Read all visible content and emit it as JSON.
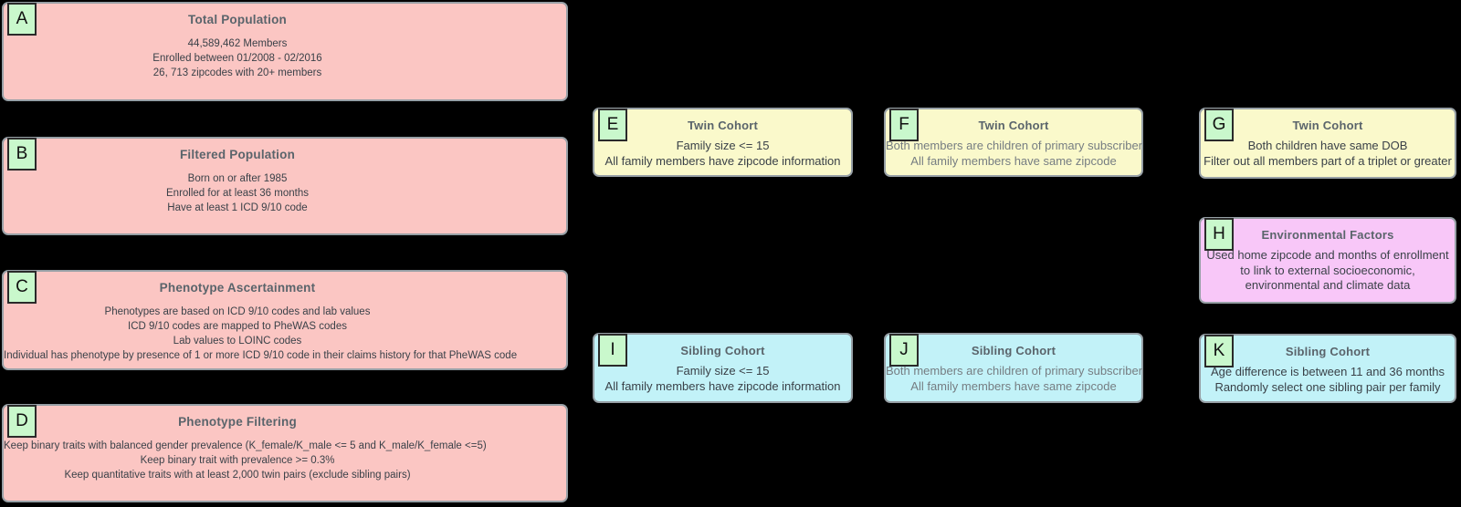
{
  "diagram_title": "Cohort construction flowchart",
  "palette": {
    "background": "#000000",
    "pink_box": "#fbc6c3",
    "yellow_box": "#faf9cb",
    "cyan_box": "#c2f2f8",
    "magenta_box": "#f8c7f8",
    "label_badge_green": "#c9f8cc",
    "box_border": "#97a0a6",
    "title_text": "#5a646b",
    "body_text": "#3a4148",
    "muted_body_text": "#767d82"
  },
  "boxes": [
    {
      "label": "A",
      "title": "Total Population",
      "lines": [
        "44,589,462 Members",
        "Enrolled between 01/2008 - 02/2016",
        "26, 713 zipcodes with 20+ members"
      ]
    },
    {
      "label": "B",
      "title": "Filtered Population",
      "lines": [
        "Born on or after 1985",
        "Enrolled for at least 36 months",
        "Have at least 1 ICD 9/10 code"
      ]
    },
    {
      "label": "C",
      "title": "Phenotype Ascertainment",
      "lines": [
        "Phenotypes are based on ICD 9/10 codes and lab values",
        "ICD 9/10 codes are mapped to PheWAS codes",
        "Lab values to LOINC codes",
        "Individual has phenotype by presence of 1 or more ICD 9/10 code in their claims history for that PheWAS code"
      ]
    },
    {
      "label": "D",
      "title": "Phenotype Filtering",
      "lines": [
        "Keep binary traits with balanced gender prevalence (K_female/K_male <= 5 and K_male/K_female <=5)",
        "Keep binary trait with prevalence >= 0.3%",
        "Keep quantitative traits with at least 2,000 twin pairs (exclude sibling pairs)"
      ]
    },
    {
      "label": "E",
      "title": "Twin Cohort",
      "lines": [
        "Family size <= 15",
        "All family members have zipcode information"
      ]
    },
    {
      "label": "F",
      "title": "Twin Cohort",
      "lines": [
        "Both members are children of primary subscriber",
        "All family members have same zipcode"
      ]
    },
    {
      "label": "G",
      "title": "Twin Cohort",
      "lines": [
        "Both children have same DOB",
        "Filter out all members part of a triplet or greater"
      ]
    },
    {
      "label": "H",
      "title": "Environmental Factors",
      "lines": [
        "Used home zipcode and months of enrollment to link to external socioeconomic, environmental and climate data"
      ]
    },
    {
      "label": "I",
      "title": "Sibling Cohort",
      "lines": [
        "Family size <= 15",
        "All family members have zipcode information"
      ]
    },
    {
      "label": "J",
      "title": "Sibling Cohort",
      "lines": [
        "Both members are children of primary subscriber",
        "All family members have same zipcode"
      ]
    },
    {
      "label": "K",
      "title": "Sibling Cohort",
      "lines": [
        "Age difference is between 11 and 36 months",
        "Randomly select one sibling pair per family"
      ]
    }
  ]
}
